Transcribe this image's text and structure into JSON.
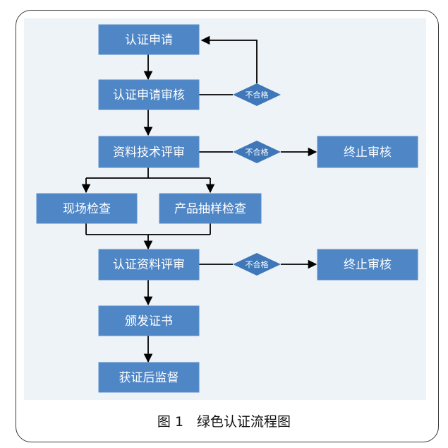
{
  "nodes": {
    "apply": "认证申请",
    "apply_review": "认证申请审核",
    "tech_review": "资料技术评审",
    "site_check": "现场检查",
    "sample_check": "产品抽样检查",
    "cert_review": "认证资料评审",
    "issue_cert": "颁发证书",
    "supervision": "获证后监督",
    "terminate_1": "终止审核",
    "terminate_2": "终止审核"
  },
  "decisions": {
    "d1": "不合格",
    "d2": "不合格",
    "d3": "不合格"
  },
  "caption": "图 1　绿色认证流程图",
  "colors": {
    "box_fill": "#4f86c6",
    "diamond_fill": "#3f77b8",
    "panel_bg": "#eef3f8"
  }
}
